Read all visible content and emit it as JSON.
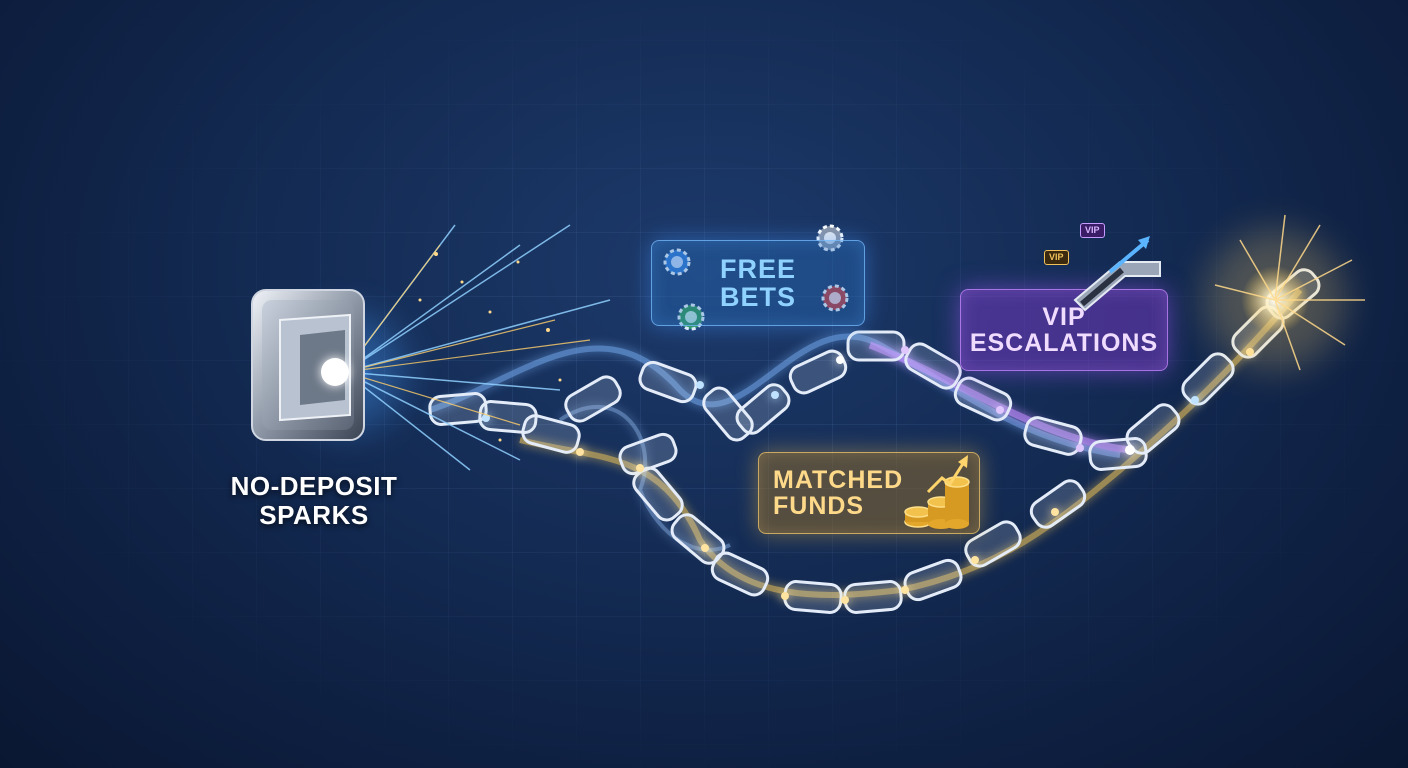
{
  "labels": {
    "no_deposit": [
      "NO-DEPOSIT",
      "SPARKS"
    ],
    "free_bets": [
      "FREE",
      "BETS"
    ],
    "vip": [
      "VIP",
      "ESCALATIONS"
    ],
    "matched": [
      "MATCHED",
      "FUNDS"
    ],
    "vip_tag": "VIP"
  },
  "icons": {
    "switch": "power-switch-icon",
    "chips": "poker-chip-icon",
    "escalator": "escalator-icon",
    "coins": "coin-stack-icon",
    "growth": "growth-arrow-icon"
  },
  "colors": {
    "background": "#0f2246",
    "blue_glow": "#5ab4ff",
    "gold_glow": "#f5c95a",
    "purple_glow": "#b97aff",
    "chain_link": "#d7e4f5"
  }
}
